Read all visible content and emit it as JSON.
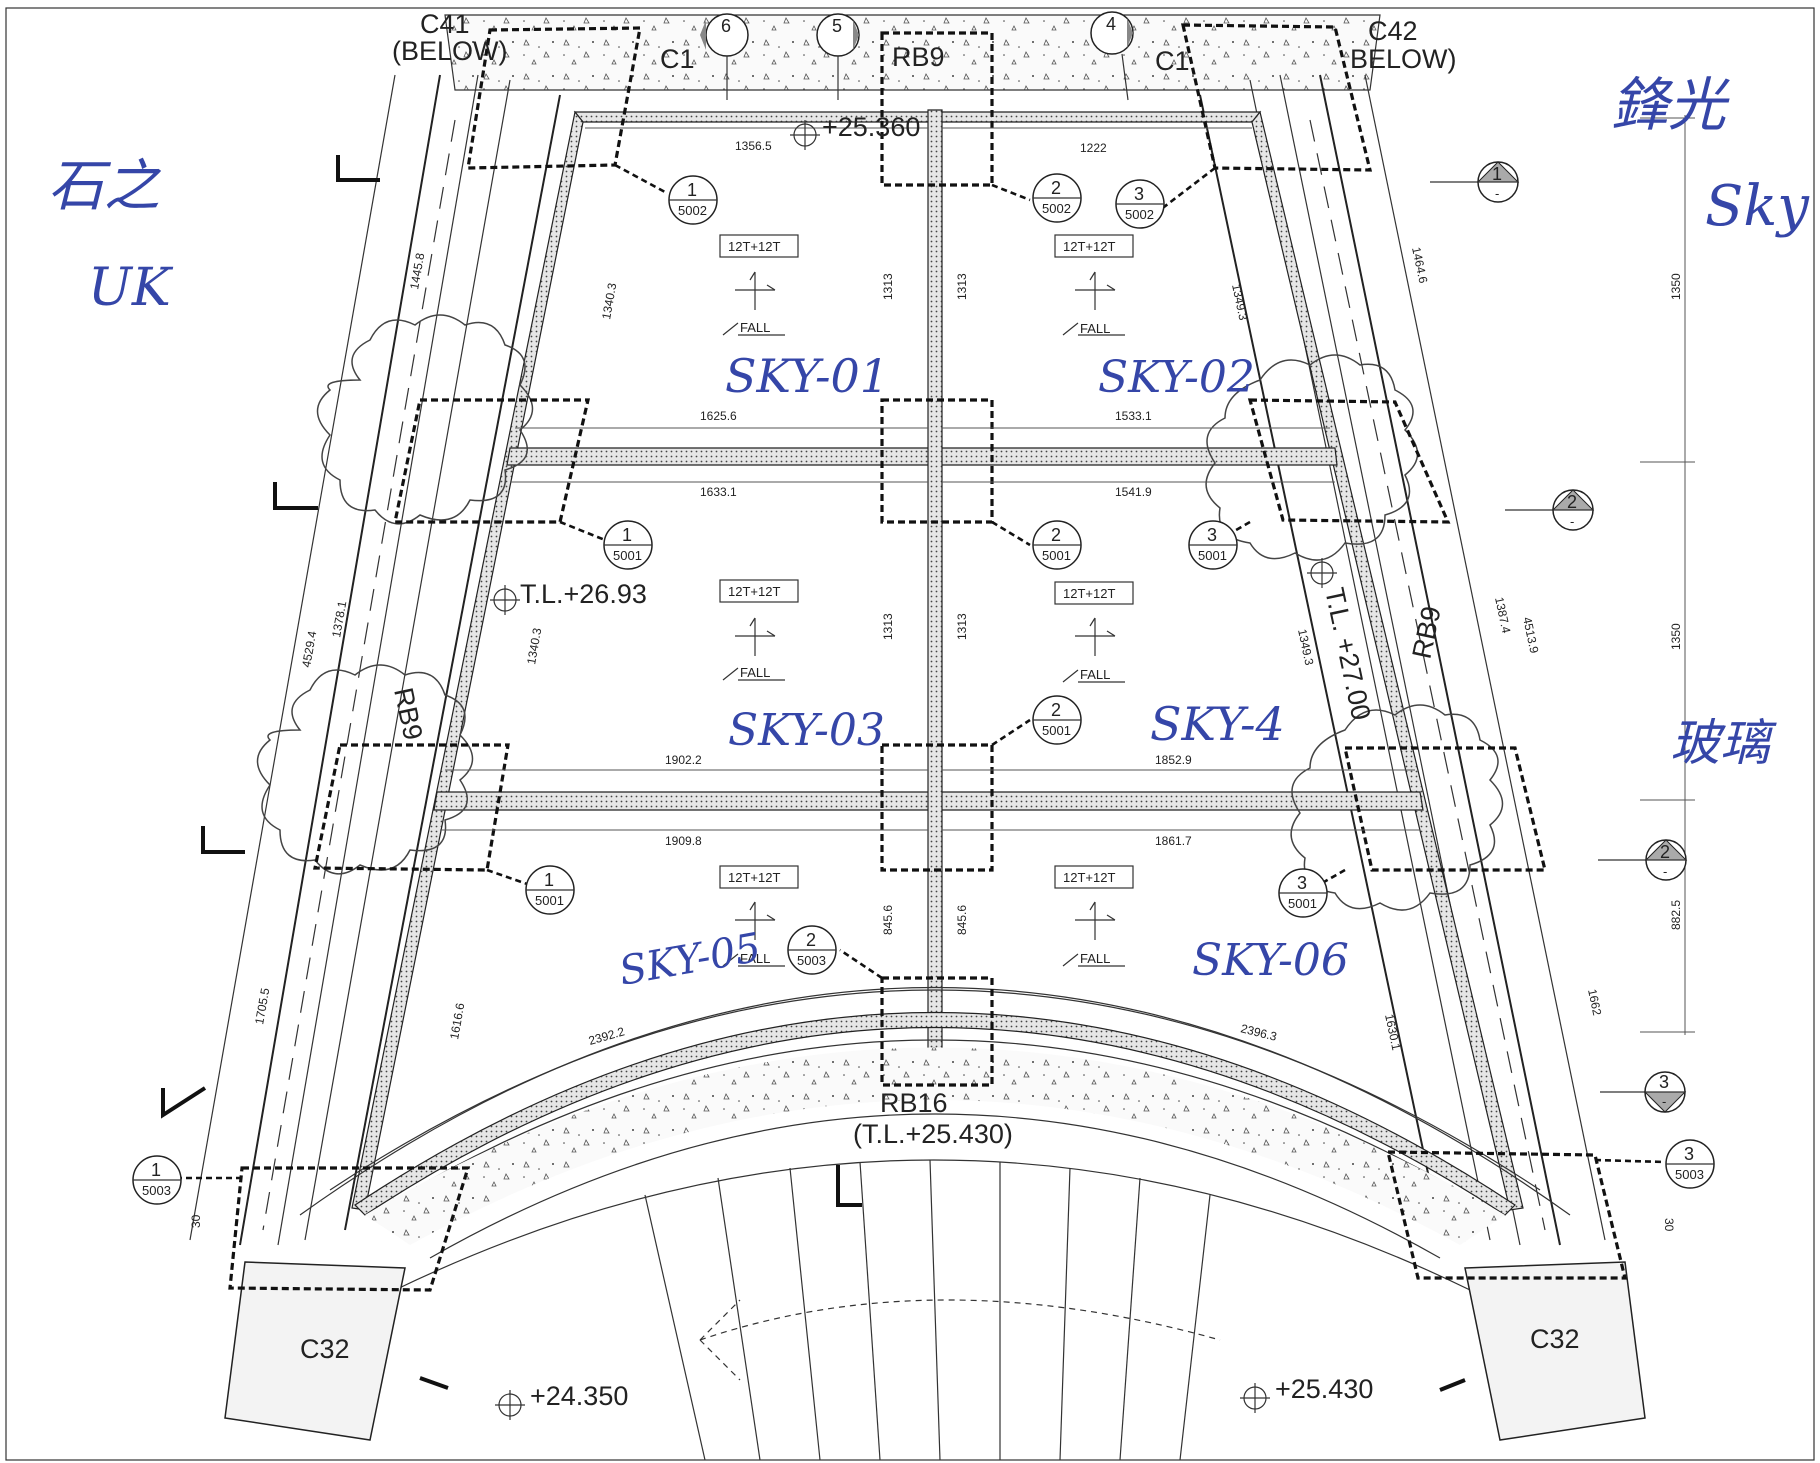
{
  "title": "",
  "colors": {
    "ink": "#222222",
    "handwriting": "#3546a8",
    "background": "#ffffff"
  },
  "columns": {
    "c41": "C41",
    "c41_sub": "(BELOW)",
    "c42": "C42",
    "c42_sub": "BELOW)",
    "c1": "C1",
    "c32": "C32"
  },
  "beams": {
    "rb9": "RB9",
    "rb16": "RB16",
    "rb16_level": "(T.L.+25.430)"
  },
  "levels": {
    "top": "+25.360",
    "left_tl": "T.L.+26.93",
    "right_tl": "T.L. +27.00",
    "bottom_left": "+24.350",
    "bottom_right": "+25.430"
  },
  "panels": [
    {
      "tag": "12T+12T",
      "fall": "FALL",
      "hand": "SKY-01"
    },
    {
      "tag": "12T+12T",
      "fall": "FALL",
      "hand": "SKY-02"
    },
    {
      "tag": "12T+12T",
      "fall": "FALL",
      "hand": "SKY-03"
    },
    {
      "tag": "12T+12T",
      "fall": "FALL",
      "hand": "SKY-4"
    },
    {
      "tag": "12T+12T",
      "fall": "FALL",
      "hand": "SKY-05"
    },
    {
      "tag": "12T+12T",
      "fall": "FALL",
      "hand": "SKY-06"
    }
  ],
  "dimensions": {
    "d1356": "1356.5",
    "d1222": "1222",
    "d1625": "1625.6",
    "d1533": "1533.1",
    "d1633": "1633.1",
    "d1541": "1541.9",
    "d1902": "1902.2",
    "d1852": "1852.9",
    "d1909": "1909.8",
    "d1861": "1861.7",
    "d1313": "1313",
    "d845": "845.6",
    "d1445": "1445.8",
    "d1340": "1340.3",
    "d1464": "1464.6",
    "d1349": "1349.3",
    "d4529": "4529.4",
    "d1378": "1378.1",
    "d1387": "1387.4",
    "d4513": "4513.9",
    "d1705": "1705.5",
    "d1616": "1616.6",
    "d1630": "1630.1",
    "d1662": "1662",
    "d1350": "1350",
    "d882": "882.5",
    "d30": "30",
    "r2392": "2392.2",
    "r2396": "2396.3"
  },
  "section_markers": {
    "s1": "1",
    "s2": "2",
    "s3": "3",
    "dash": "-"
  },
  "callouts": {
    "n1": "1",
    "n2": "2",
    "n3": "3",
    "n4": "4",
    "n5": "5",
    "n6": "6",
    "s5001": "5001",
    "s5002": "5002",
    "s5003": "5003"
  },
  "handwriting": {
    "left_top": "石之",
    "left_bot": "UK",
    "right_top": "鋒光",
    "right_mid": "Sky",
    "right_low": "玻璃"
  }
}
